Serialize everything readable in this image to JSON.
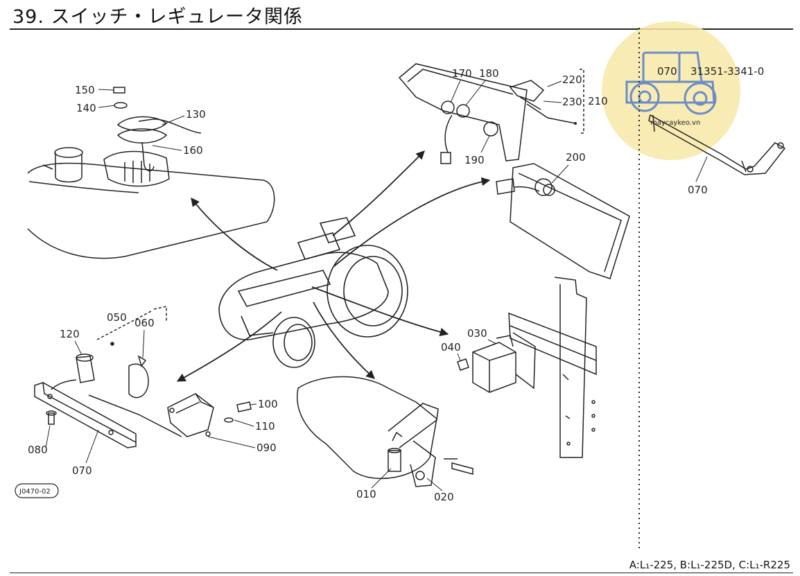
{
  "page": {
    "title": "39. スイッチ・レギュレータ関係",
    "figure_code": "J0470-02",
    "applicability": "A:L₁-225, B:L₁-225D, C:L₁-R225"
  },
  "inset": {
    "callout_ref": "070",
    "part_number": "31351-3341-0",
    "watermark": "maycaykeo.vn"
  },
  "callouts": {
    "c010": "010",
    "c020": "020",
    "c030": "030",
    "c040": "040",
    "c050": "050",
    "c060": "060",
    "c070_left": "070",
    "c070_right": "070",
    "c080": "080",
    "c090": "090",
    "c100": "100",
    "c110": "110",
    "c120": "120",
    "c130": "130",
    "c140": "140",
    "c150": "150",
    "c160": "160",
    "c170": "170",
    "c180": "180",
    "c190": "190",
    "c200": "200",
    "c210": "210",
    "c220": "220",
    "c230": "230"
  },
  "colors": {
    "watermark_circle": "#f7e7a6",
    "line": "#222222"
  }
}
